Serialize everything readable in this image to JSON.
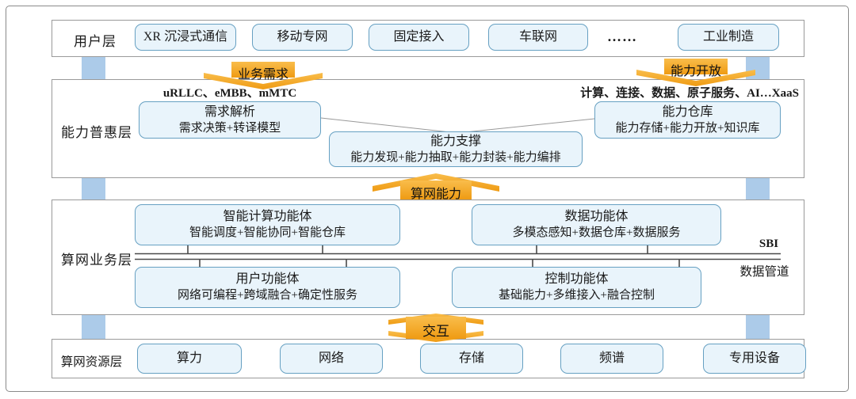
{
  "layers": {
    "user": {
      "label": "用户层",
      "boxes": [
        "XR 沉浸式通信",
        "移动专网",
        "固定接入",
        "车联网",
        "工业制造"
      ],
      "ellipsis": "……"
    },
    "capability": {
      "label": "能力普惠层",
      "left_caption": "uRLLC、eMBB、mMTC",
      "right_caption": "计算、连接、数据、原子服务、AI…XaaS",
      "demand_box": {
        "title": "需求解析",
        "subtitle": "需求决策+转译模型"
      },
      "support_box": {
        "title": "能力支撑",
        "subtitle": "能力发现+能力抽取+能力封装+能力编排"
      },
      "warehouse_box": {
        "title": "能力仓库",
        "subtitle": "能力存储+能力开放+知识库"
      }
    },
    "business": {
      "label": "算网业务层",
      "intelligent_computing_box": {
        "title": "智能计算功能体",
        "subtitle": "智能调度+智能协同+智能仓库"
      },
      "data_box": {
        "title": "数据功能体",
        "subtitle": "多模态感知+数据仓库+数据服务"
      },
      "user_function_box": {
        "title": "用户功能体",
        "subtitle": "网络可编程+跨域融合+确定性服务"
      },
      "control_box": {
        "title": "控制功能体",
        "subtitle": "基础能力+多维接入+融合控制"
      },
      "sbi_label": "SBI",
      "data_pipe_label": "数据管道"
    },
    "resource": {
      "label": "算网资源层",
      "boxes": [
        "算力",
        "网络",
        "存储",
        "频谱",
        "专用设备"
      ]
    }
  },
  "arrows": {
    "business_demand": {
      "label": "业务需求",
      "direction": "down"
    },
    "capability_open": {
      "label": "能力开放",
      "direction": "down"
    },
    "computing_capability": {
      "label": "算网能力",
      "direction": "up"
    },
    "interaction": {
      "label": "交互",
      "direction": "both"
    }
  },
  "colors": {
    "box_fill": "#e9f4fb",
    "box_border": "#66a0c2",
    "connector_bar": "#accbe9",
    "arrow_orange": "#f4a01a",
    "frame_border": "#8a8a8a"
  }
}
